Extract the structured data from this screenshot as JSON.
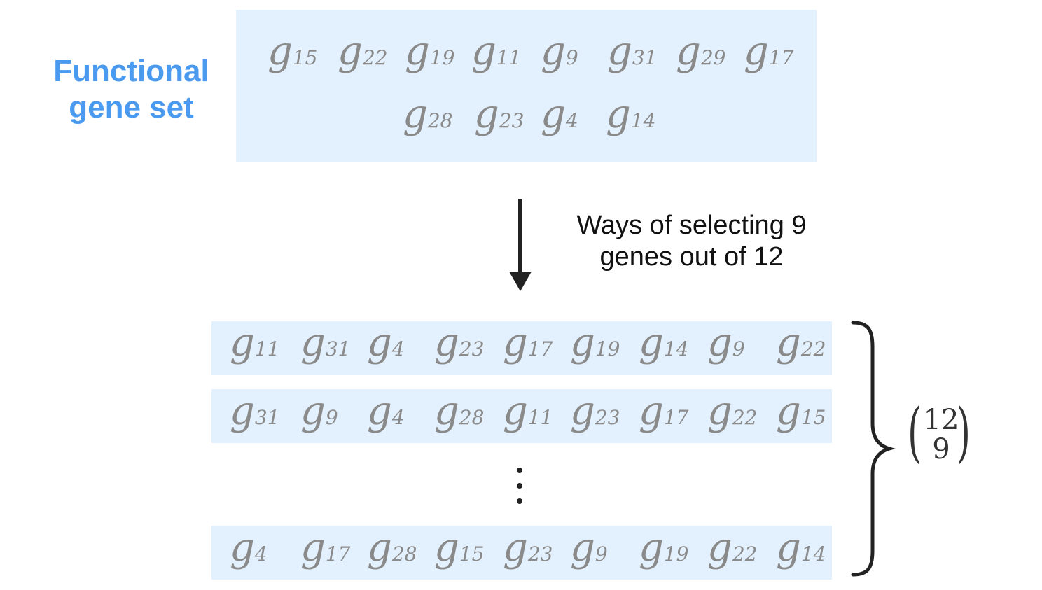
{
  "title": {
    "line1": "Functional",
    "line2": "gene set"
  },
  "gene_set": {
    "row1": [
      "15",
      "22",
      "19",
      "11",
      "9",
      "31",
      "29",
      "17"
    ],
    "row2": [
      "28",
      "23",
      "4",
      "14"
    ]
  },
  "arrow_label": {
    "line1": "Ways of selecting 9",
    "line2": "genes out of 12"
  },
  "selections": [
    [
      "11",
      "31",
      "4",
      "23",
      "17",
      "19",
      "14",
      "9",
      "22"
    ],
    [
      "31",
      "9",
      "4",
      "28",
      "11",
      "23",
      "17",
      "22",
      "15"
    ],
    [
      "4",
      "17",
      "28",
      "15",
      "23",
      "9",
      "19",
      "22",
      "14"
    ]
  ],
  "binomial": {
    "n": "12",
    "k": "9"
  },
  "gene_symbol": "g"
}
